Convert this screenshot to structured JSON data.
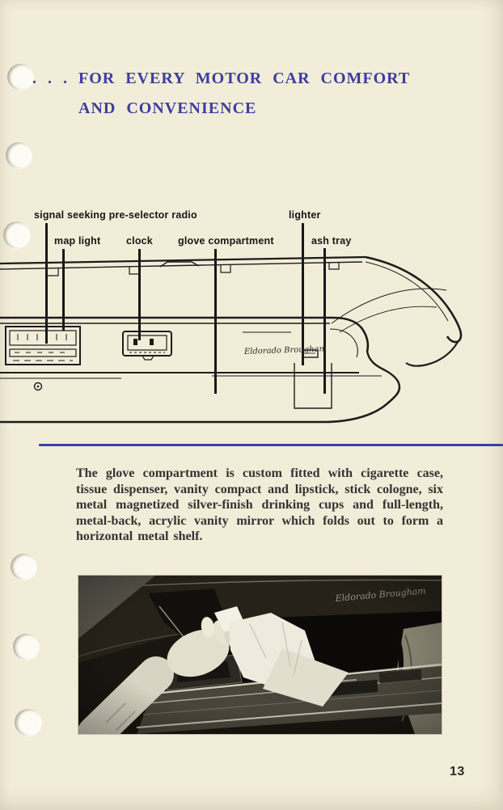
{
  "header": {
    "title_line1": ". . . FOR EVERY MOTOR CAR COMFORT",
    "title_line2": "AND CONVENIENCE"
  },
  "diagram": {
    "labels": {
      "radio": "signal seeking pre-selector radio",
      "map_light": "map light",
      "clock": "clock",
      "glove_compartment": "glove compartment",
      "lighter": "lighter",
      "ash_tray": "ash tray"
    },
    "dash_script": "Eldorado Brougham"
  },
  "body": {
    "paragraph": "The glove compartment is custom fitted with cigarette case, tissue dispenser, vanity compact and lipstick, stick cologne, six metal magnetized silver-finish drinking cups and full-length, metal-back, acrylic vanity mirror which folds out to form a horizontal metal shelf."
  },
  "photo": {
    "caption_script": "Eldorado Brougham",
    "description": "hand reaching into open glove compartment pulling a tissue"
  },
  "footer": {
    "page_number": "13"
  },
  "colors": {
    "page_bg": "#f2edd8",
    "title_blue": "#3d3d9f",
    "divider_blue": "#3c3cae",
    "ink": "#1a1a1a"
  }
}
